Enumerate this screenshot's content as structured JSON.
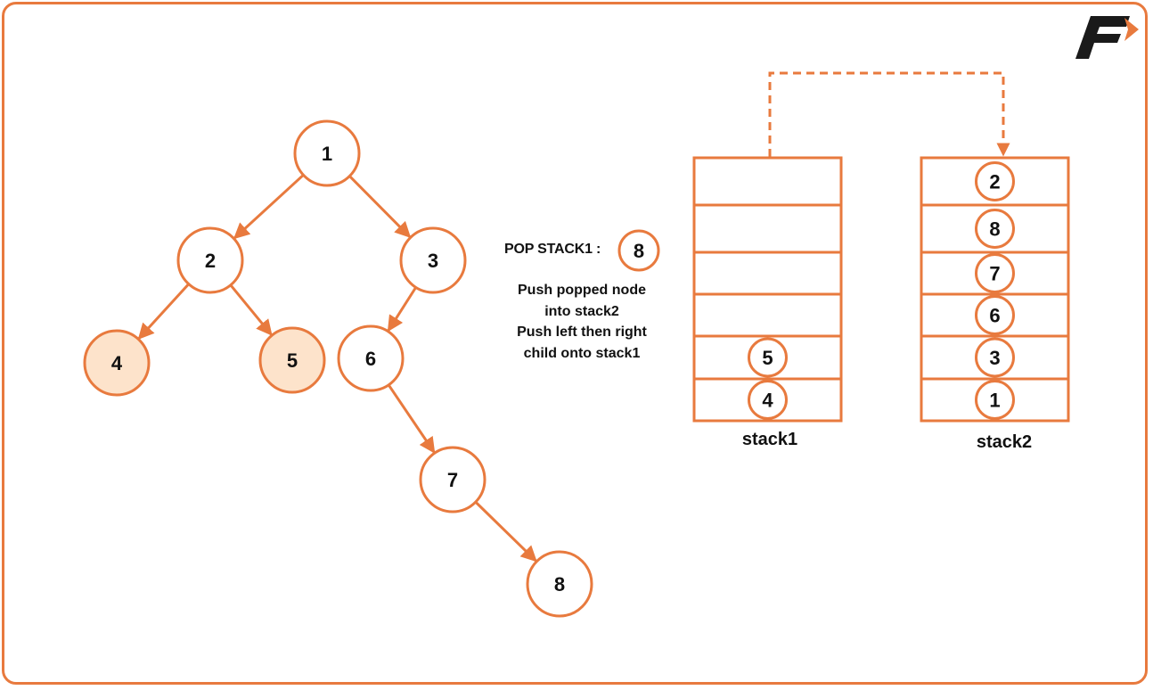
{
  "colors": {
    "accent": "#E87A3E",
    "highlight_fill": "#FDE3CB",
    "text": "#111111"
  },
  "logo": {
    "icon": "brand-f-logo-icon"
  },
  "tree": {
    "nodes": [
      {
        "id": "n1",
        "label": "1",
        "highlighted": false
      },
      {
        "id": "n2",
        "label": "2",
        "highlighted": false
      },
      {
        "id": "n3",
        "label": "3",
        "highlighted": false
      },
      {
        "id": "n4",
        "label": "4",
        "highlighted": true
      },
      {
        "id": "n5",
        "label": "5",
        "highlighted": true
      },
      {
        "id": "n6",
        "label": "6",
        "highlighted": false
      },
      {
        "id": "n7",
        "label": "7",
        "highlighted": false
      },
      {
        "id": "n8",
        "label": "8",
        "highlighted": false
      }
    ],
    "edges": [
      [
        "n1",
        "n2"
      ],
      [
        "n1",
        "n3"
      ],
      [
        "n2",
        "n4"
      ],
      [
        "n2",
        "n5"
      ],
      [
        "n3",
        "n6"
      ],
      [
        "n6",
        "n7"
      ],
      [
        "n7",
        "n8"
      ]
    ]
  },
  "step": {
    "pop_label": "POP STACK1 :",
    "popped_value": "8",
    "explanation": [
      "Push popped node",
      "into stack2",
      "Push left then right",
      "child onto stack1"
    ]
  },
  "stack1": {
    "label": "stack1",
    "slots": [
      "",
      "",
      "",
      "",
      "5",
      "4"
    ]
  },
  "stack2": {
    "label": "stack2",
    "slots": [
      "2",
      "8",
      "7",
      "6",
      "3",
      "1"
    ]
  }
}
